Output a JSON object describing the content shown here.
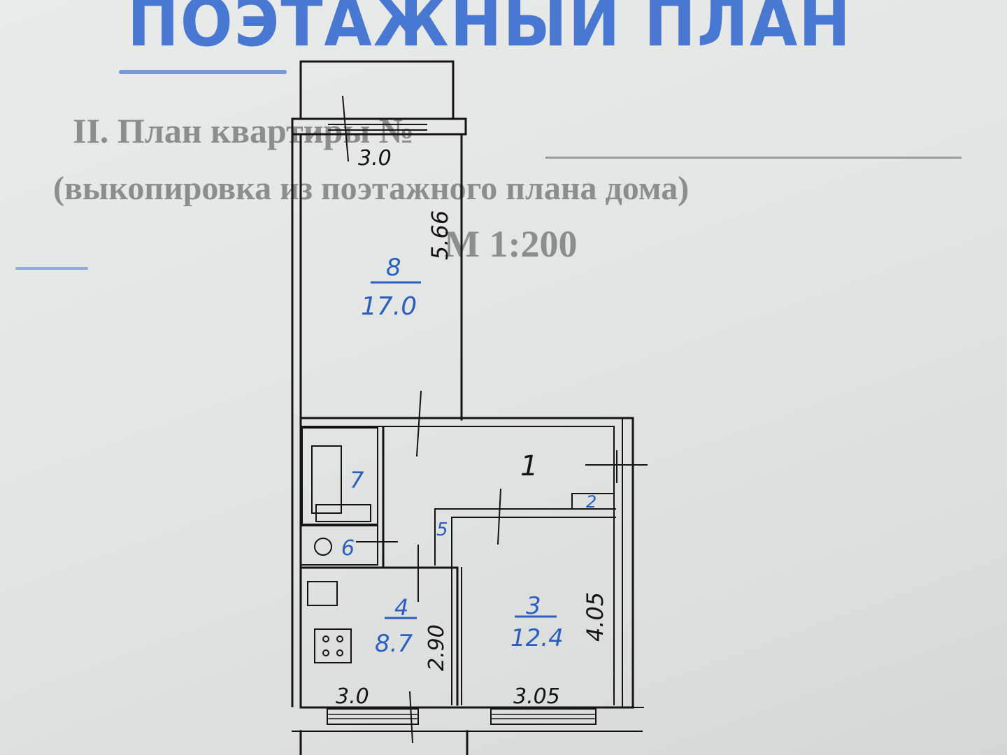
{
  "stamp": {
    "text": "ПОЭТАЖНЫЙ  ПЛАН"
  },
  "form": {
    "heading": "II. План квартиры №",
    "subheading": "(выкопировка из поэтажного плана дома)",
    "scale": "М 1:200"
  },
  "rooms": {
    "r8": {
      "number": "8",
      "area": "17.0"
    },
    "r1": {
      "number": "1"
    },
    "r2": {
      "number": "2"
    },
    "r3": {
      "number": "3",
      "area": "12.4"
    },
    "r4": {
      "number": "4",
      "area": "8.7"
    },
    "r5": {
      "number": "5"
    },
    "r6": {
      "number": "6"
    },
    "r7": {
      "number": "7"
    }
  },
  "dimensions": {
    "balcony_width": "3.0",
    "room8_length": "5.66",
    "kitchen_depth": "2.90",
    "kitchen_width": "3.0",
    "room3_depth": "4.05",
    "room3_width": "3.05"
  },
  "colors": {
    "stamp_blue": "#3b6fd0",
    "room_label_blue": "#2a5fc0",
    "ink": "#141414",
    "print_gray": "#8c8e8c"
  }
}
